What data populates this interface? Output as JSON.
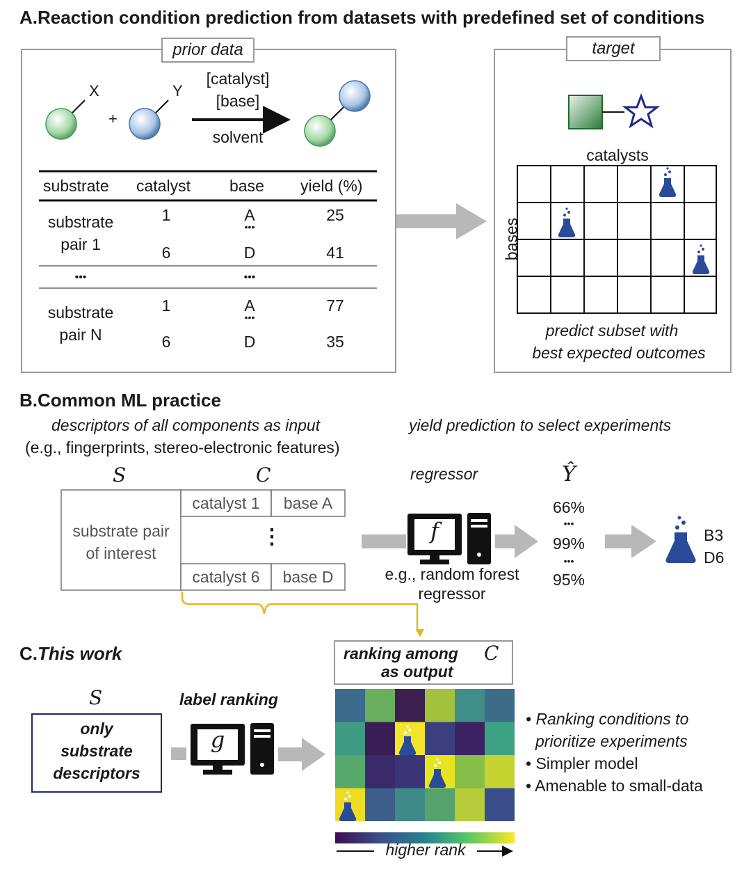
{
  "panel_a": {
    "title": "A.Reaction condition prediction from datasets with predefined set of conditions",
    "prior_label": "prior data",
    "target_label": "target",
    "reaction": {
      "x_label": "X",
      "y_label": "Y",
      "plus": "+",
      "catalyst": "[catalyst]",
      "base": "[base]",
      "solvent": "solvent"
    },
    "table": {
      "headers": [
        "substrate",
        "catalyst",
        "base",
        "yield (%)"
      ],
      "group1": {
        "name_line1": "substrate",
        "name_line2": "pair 1",
        "rows": [
          [
            "1",
            "A",
            "25"
          ],
          [
            "6",
            "D",
            "41"
          ]
        ]
      },
      "ellipsis": "•••",
      "group2": {
        "name_line1": "substrate",
        "name_line2": "pair N",
        "rows": [
          [
            "1",
            "A",
            "77"
          ],
          [
            "6",
            "D",
            "35"
          ]
        ]
      }
    },
    "grid": {
      "top_label": "catalysts",
      "side_label": "bases",
      "caption_line1": "predict subset with",
      "caption_line2": "best expected outcomes"
    }
  },
  "panel_b": {
    "title": "B.Common ML practice",
    "desc_line1": "descriptors of all components as input",
    "desc_line2": "(e.g., fingerprints, stereo-electronic features)",
    "right_desc": "yield prediction to select experiments",
    "s_symbol": "S",
    "c_symbol": "C",
    "substrate_line1": "substrate pair",
    "substrate_line2": "of interest",
    "cells": {
      "cat1": "catalyst 1",
      "baseA": "base A",
      "cat6": "catalyst 6",
      "baseD": "base D",
      "vdots": "⋮"
    },
    "regressor_label": "regressor",
    "f_symbol": "f",
    "rf_line1": "e.g., random forest",
    "rf_line2": "regressor",
    "yhat_symbol": "Ŷ",
    "yields": [
      "66%",
      "99%",
      "95%"
    ],
    "dots": "•••",
    "result_line1": "B3",
    "result_line2": "D6"
  },
  "panel_c": {
    "title_prefix": "C.",
    "title_rest": "This work",
    "s_symbol": "S",
    "only_line1": "only",
    "only_line2": "substrate",
    "only_line3": "descriptors",
    "label_ranking": "label ranking",
    "g_symbol": "g",
    "ranking_line1": "ranking among",
    "ranking_line2": "as output",
    "c_symbol": "C",
    "bullets": [
      "• Ranking conditions to",
      "prioritize experiments",
      "• Simpler model",
      "• Amenable to small-data"
    ],
    "colorbar_label": "higher rank",
    "heatmap_colors": [
      [
        "#3a6a8c",
        "#6aaf5e",
        "#3b1f4f",
        "#a2c23d",
        "#3f8e87",
        "#3d6c88"
      ],
      [
        "#3f9b83",
        "#3a1d55",
        "#f2e52a",
        "#3b3f80",
        "#3b2261",
        "#3da184"
      ],
      [
        "#57a86b",
        "#3b2a6a",
        "#3a3577",
        "#e7e420",
        "#87be47",
        "#c5d330"
      ],
      [
        "#eedd22",
        "#3d5d8a",
        "#3f8a88",
        "#55a26d",
        "#b6cc3a",
        "#3b4e8c"
      ]
    ]
  }
}
